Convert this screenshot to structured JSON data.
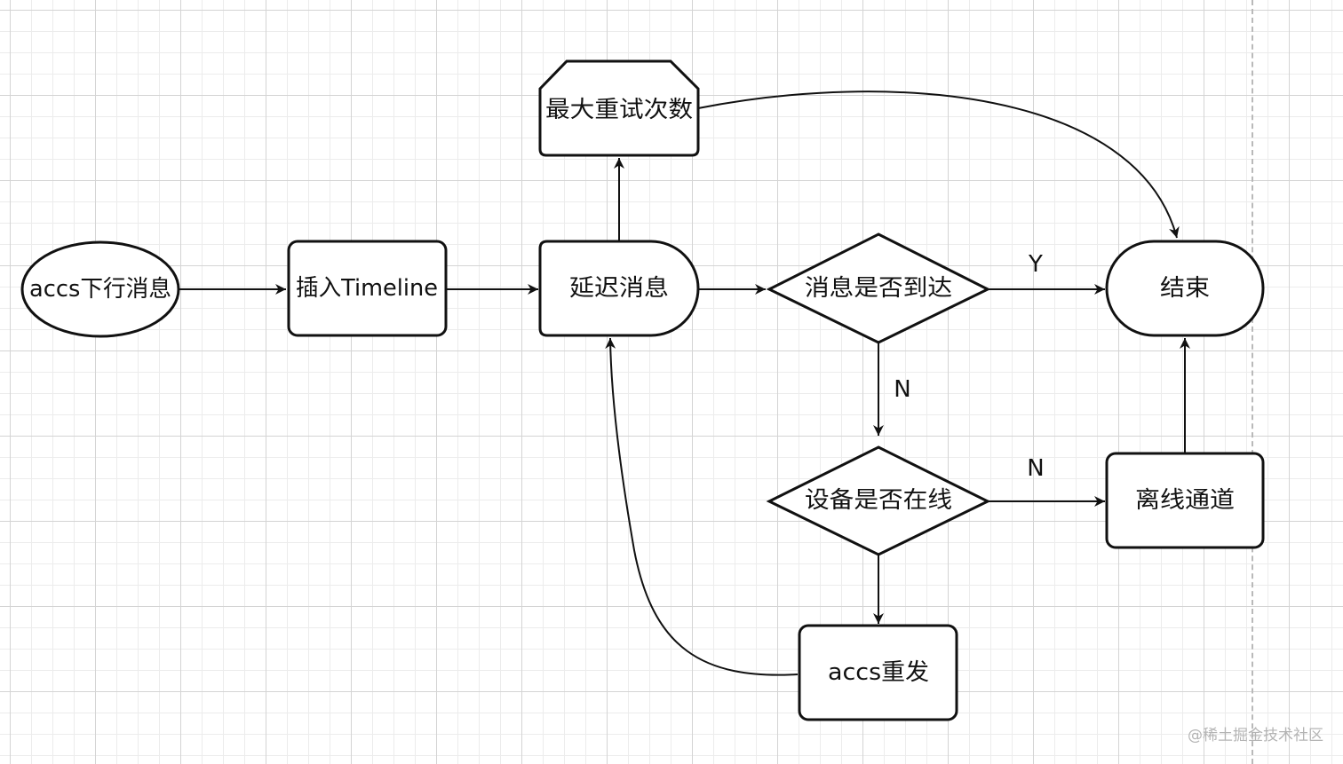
{
  "diagram": {
    "nodes": {
      "accs_down": "accs下行消息",
      "insert_timeline": "插入Timeline",
      "delay": "延迟消息",
      "max_retry": "最大重试次数",
      "arrived": "消息是否到达",
      "end": "结束",
      "online": "设备是否在线",
      "offline_channel": "离线通道",
      "resend": "accs重发"
    },
    "edge_labels": {
      "arrived_yes": "Y",
      "arrived_no": "N",
      "online_no": "N"
    }
  },
  "watermark": "@稀土掘金技术社区",
  "colors": {
    "stroke": "#111111",
    "grid_major": "#d4d4d4",
    "grid_minor": "#ececec",
    "watermark": "#b4b4b4"
  }
}
